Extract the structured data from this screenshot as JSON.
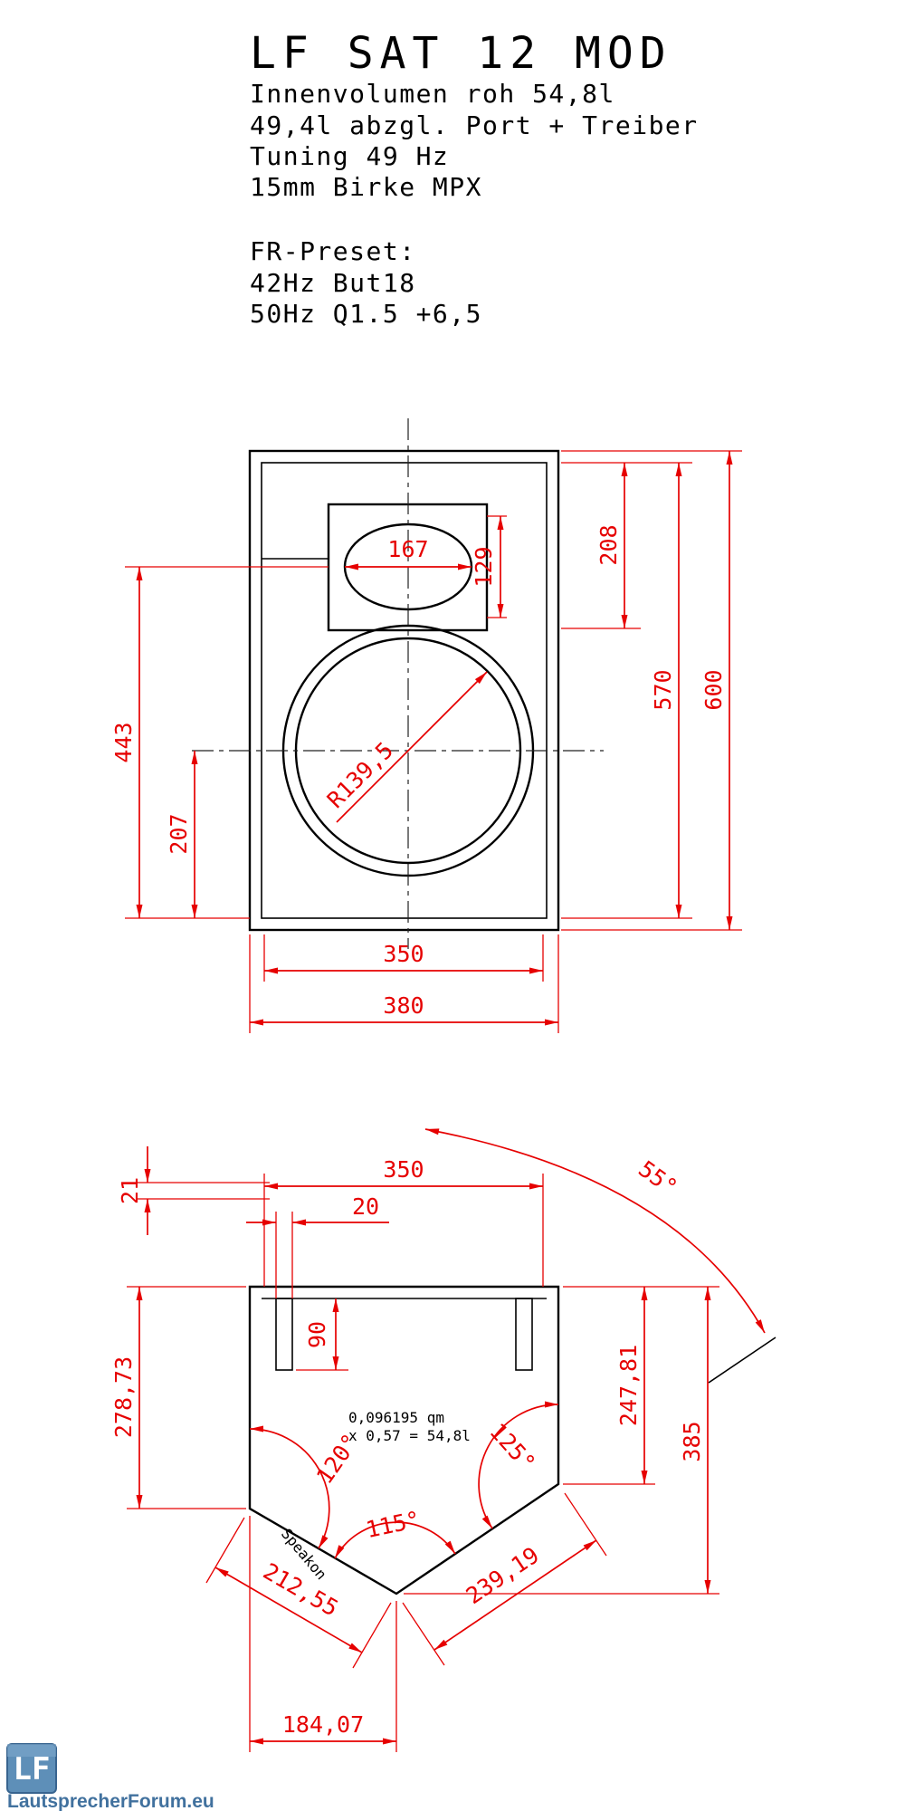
{
  "header": {
    "title": "LF SAT 12 MOD",
    "specs": [
      "Innenvolumen roh 54,8l",
      "49,4l abzgl. Port + Treiber",
      "Tuning 49 Hz",
      "15mm Birke MPX"
    ],
    "preset_heading": "FR-Preset:",
    "presets": [
      "42Hz But18",
      "50Hz Q1.5 +6,5"
    ]
  },
  "front_view": {
    "dim_horn_width": "167",
    "dim_horn_height": "129",
    "dim_top_to_horn_bottom": "208",
    "dim_inner_height": "570",
    "dim_outer_height": "600",
    "dim_horn_center_to_bottom": "443",
    "dim_woofer_center_to_bottom": "207",
    "dim_woofer_radius": "R139,5",
    "dim_inner_width": "350",
    "dim_outer_width": "380"
  },
  "top_view": {
    "dim_rear_angle": "55°",
    "dim_inner_width": "350",
    "dim_port_offset": "21",
    "dim_port_slot": "20",
    "dim_port_depth": "90",
    "dim_left_wall": "278,73",
    "dim_right_wall": "247,81",
    "dim_total_depth": "385",
    "dim_angle_left": "120°",
    "dim_angle_right": "125°",
    "dim_angle_bottom": "115°",
    "area_note_line1": "0,096195 qm",
    "area_note_line2": "x 0,57 = 54,8l",
    "connector_label": "Speakon",
    "dim_left_diagonal": "212,55",
    "dim_right_diagonal": "239,19",
    "dim_bottom_width": "184,07"
  },
  "footer": {
    "logo_text": "LF",
    "site_name": "LautsprecherForum.eu"
  },
  "colors": {
    "dimension_red": "#e60000",
    "geometry_black": "#000000",
    "brand_blue": "#41719e"
  }
}
